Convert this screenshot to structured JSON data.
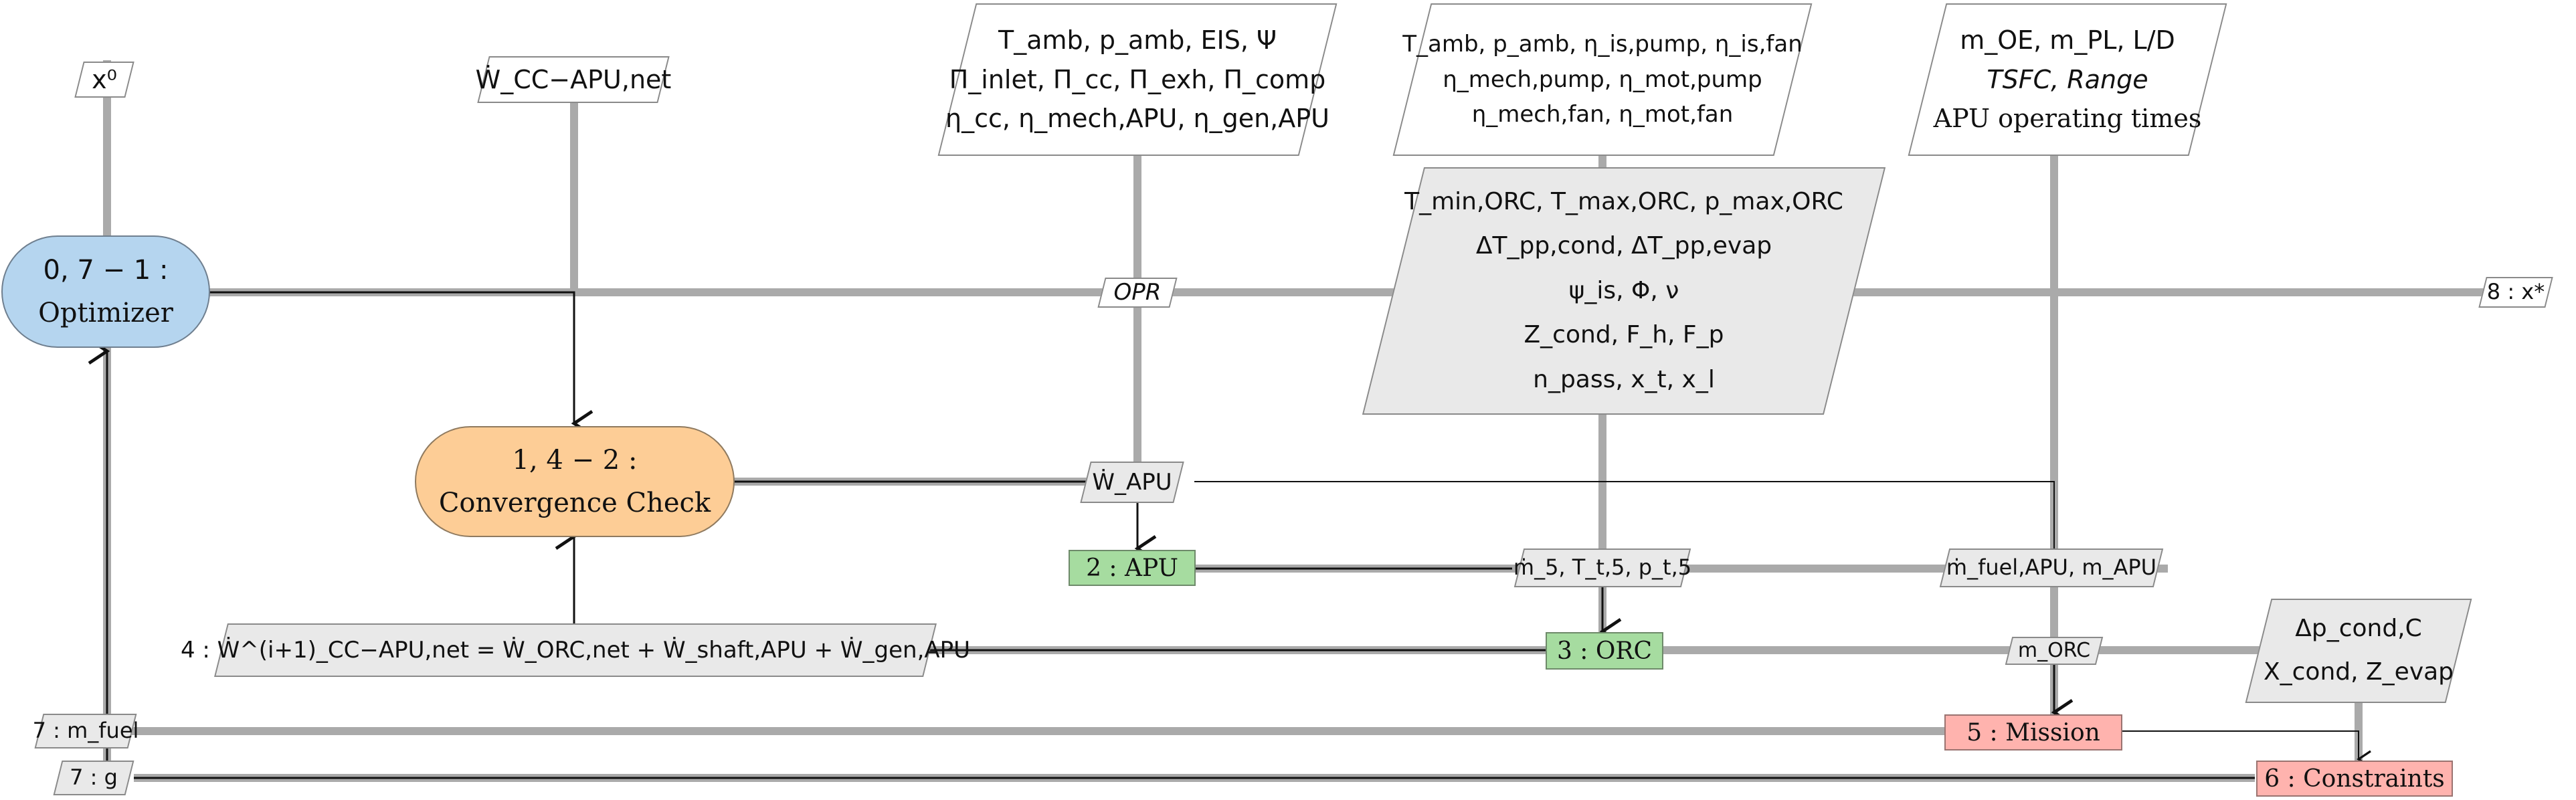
{
  "diagram": {
    "type": "XDSM",
    "colors": {
      "optimizer": "#b5d5ef",
      "convergence": "#fdcd96",
      "analysis": "#a6dca0",
      "function": "#ffb3ae",
      "data_white": "#ffffff",
      "data_grey": "#e9e9e9",
      "wire_grey": "#aaaaaa",
      "wire_black": "#111111"
    },
    "components": {
      "optimizer": {
        "step": "0, 7 − 1 :",
        "label": "Optimizer"
      },
      "convergence": {
        "step": "1, 4 − 2 :",
        "label": "Convergence Check"
      },
      "apu": {
        "label": "2 : APU"
      },
      "orc": {
        "label": "3 : ORC"
      },
      "mission": {
        "label": "5 : Mission"
      },
      "constraints": {
        "label": "6 : Constraints"
      }
    },
    "inputs": {
      "x0": "x⁰",
      "w_cc_apu_net": "Ẇ_CC−APU,net",
      "apu_params": [
        "T_amb, p_amb, EIS, Ψ",
        "Π_inlet, Π_cc, Π_exh, Π_comp",
        "η_cc, η_mech,APU, η_gen,APU"
      ],
      "orc_fixed_params": [
        "T_amb, p_amb, η_is,pump, η_is,fan",
        "η_mech,pump, η_mot,pump",
        "η_mech,fan, η_mot,fan"
      ],
      "mission_params": [
        "m_OE, m_PL, L/D",
        "TSFC, Range",
        "APU operating times"
      ],
      "orc_design_vars": [
        "T_min,ORC, T_max,ORC, p_max,ORC",
        "ΔT_pp,cond, ΔT_pp,evap",
        "ψ_is, Φ, ν",
        "Z_cond, F_h, F_p",
        "n_pass, x_t, x_l"
      ],
      "constraint_params": [
        "Δp_cond,C",
        "X_cond, Z_evap"
      ]
    },
    "couplings": {
      "opr": "OPR",
      "w_apu": "Ẇ_APU",
      "apu_to_orc": "ṁ_5, T_t,5, p_t,5",
      "apu_to_mission": "ṁ_fuel,APU, m_APU",
      "orc_to_mission": "m_ORC",
      "conv_update": "4 : Ẇ^(i+1)_CC−APU,net = Ẇ_ORC,net + Ẇ_shaft,APU + Ẇ_gen,APU",
      "m_fuel": "7 : m_fuel",
      "g": "7 : g",
      "x_star": "8 : x*"
    }
  }
}
